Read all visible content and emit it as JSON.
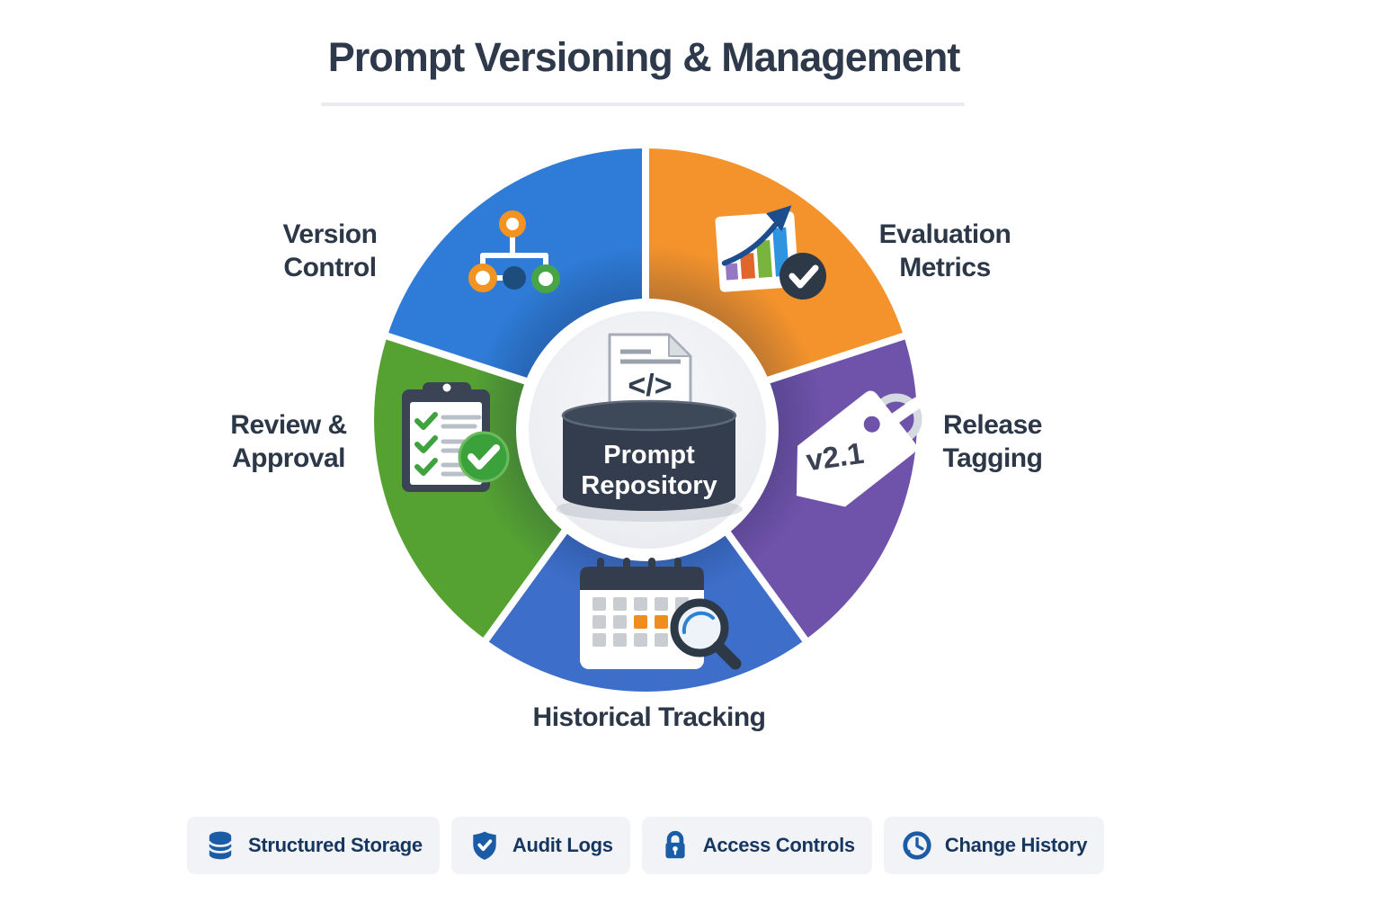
{
  "title": "Prompt Versioning & Management",
  "center": {
    "icon": "code-document-icon",
    "code_glyph": "</>",
    "label_line1": "Prompt",
    "label_line2": "Repository"
  },
  "segments": [
    {
      "id": "version-control",
      "line1": "Version",
      "line2": "Control",
      "color": "#2f7cd8",
      "icon": "branch-diagram-icon"
    },
    {
      "id": "evaluation-metrics",
      "line1": "Evaluation",
      "line2": "Metrics",
      "color": "#f4932c",
      "icon": "trend-chart-icon"
    },
    {
      "id": "release-tagging",
      "line1": "Release",
      "line2": "Tagging",
      "color": "#6f52a9",
      "icon": "version-tag-icon",
      "tag_label": "v2.1"
    },
    {
      "id": "historical-tracking",
      "line1": "Historical Tracking",
      "line2": "",
      "color": "#3d6ec9",
      "icon": "calendar-search-icon"
    },
    {
      "id": "review-approval",
      "line1": "Review &",
      "line2": "Approval",
      "color": "#55a233",
      "icon": "checklist-clipboard-icon"
    }
  ],
  "badges": [
    {
      "label": "Structured Storage",
      "icon": "database-icon"
    },
    {
      "label": "Audit Logs",
      "icon": "shield-check-icon"
    },
    {
      "label": "Access Controls",
      "icon": "padlock-icon"
    },
    {
      "label": "Change History",
      "icon": "clock-history-icon"
    }
  ],
  "colors": {
    "title_text": "#2e3a4b",
    "label_text": "#2c3748",
    "badge_bg": "#f1f3f7",
    "badge_text": "#16365f",
    "badge_icon": "#1a5ca6",
    "hub_dark": "#333d4d",
    "check_green": "#3ba13b",
    "check_dark": "#2e3947"
  }
}
